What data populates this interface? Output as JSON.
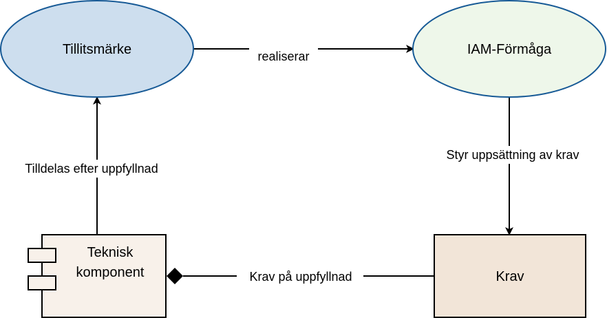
{
  "nodes": {
    "tillitsmarke": {
      "label": "Tillitsmärke",
      "fill": "#cddeee",
      "stroke": "#175a96"
    },
    "iam": {
      "label": "IAM-Förmåga",
      "fill": "#eef7ea",
      "stroke": "#175a96"
    },
    "teknisk": {
      "label_line1": "Teknisk",
      "label_line2": "komponent",
      "fill": "#f8f1ea",
      "stroke": "#000000"
    },
    "krav": {
      "label": "Krav",
      "fill": "#f2e5d8",
      "stroke": "#000000"
    }
  },
  "edges": {
    "realiserar": "realiserar",
    "styr": "Styr uppsättning av krav",
    "tilldelas": "Tilldelas efter uppfyllnad",
    "krav_pa": "Krav på uppfyllnad"
  }
}
